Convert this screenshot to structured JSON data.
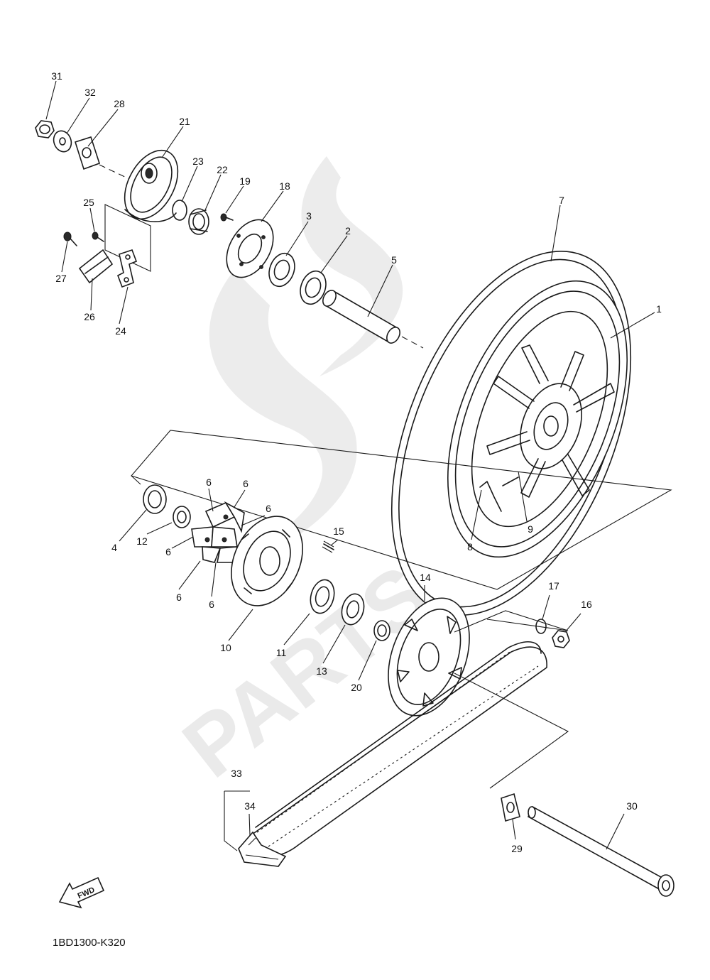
{
  "diagram": {
    "drawing_code": "1BD1300-K320",
    "direction_badge": "FWD",
    "watermark": "PARTS.COM",
    "callouts": [
      {
        "num": "31"
      },
      {
        "num": "32"
      },
      {
        "num": "28"
      },
      {
        "num": "21"
      },
      {
        "num": "23"
      },
      {
        "num": "22"
      },
      {
        "num": "19"
      },
      {
        "num": "18"
      },
      {
        "num": "25"
      },
      {
        "num": "27"
      },
      {
        "num": "26"
      },
      {
        "num": "24"
      },
      {
        "num": "3"
      },
      {
        "num": "2"
      },
      {
        "num": "5"
      },
      {
        "num": "7"
      },
      {
        "num": "1"
      },
      {
        "num": "9"
      },
      {
        "num": "8"
      },
      {
        "num": "4"
      },
      {
        "num": "12"
      },
      {
        "num": "6"
      },
      {
        "num": "6"
      },
      {
        "num": "6"
      },
      {
        "num": "6"
      },
      {
        "num": "6"
      },
      {
        "num": "6"
      },
      {
        "num": "15"
      },
      {
        "num": "10"
      },
      {
        "num": "11"
      },
      {
        "num": "13"
      },
      {
        "num": "20"
      },
      {
        "num": "14"
      },
      {
        "num": "17"
      },
      {
        "num": "16"
      },
      {
        "num": "33"
      },
      {
        "num": "34"
      },
      {
        "num": "29"
      },
      {
        "num": "30"
      }
    ]
  }
}
